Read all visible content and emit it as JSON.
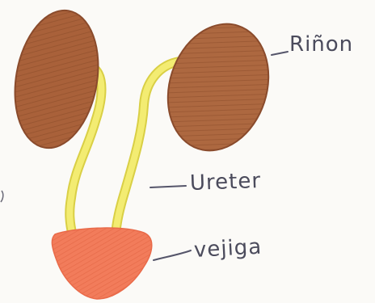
{
  "labels": {
    "kidney": "Riñon",
    "ureter": "Ureter",
    "bladder": "vejiga"
  },
  "colors": {
    "kidney_fill": "#a9613a",
    "kidney_stroke": "#8a4b2c",
    "ureter": "#f1ea6a",
    "ureter_stroke": "#d9cf45",
    "bladder_fill": "#f07b5a",
    "label_text": "#4b4b5c",
    "pointer_line": "#55556a",
    "paper": "#fbfaf7"
  }
}
